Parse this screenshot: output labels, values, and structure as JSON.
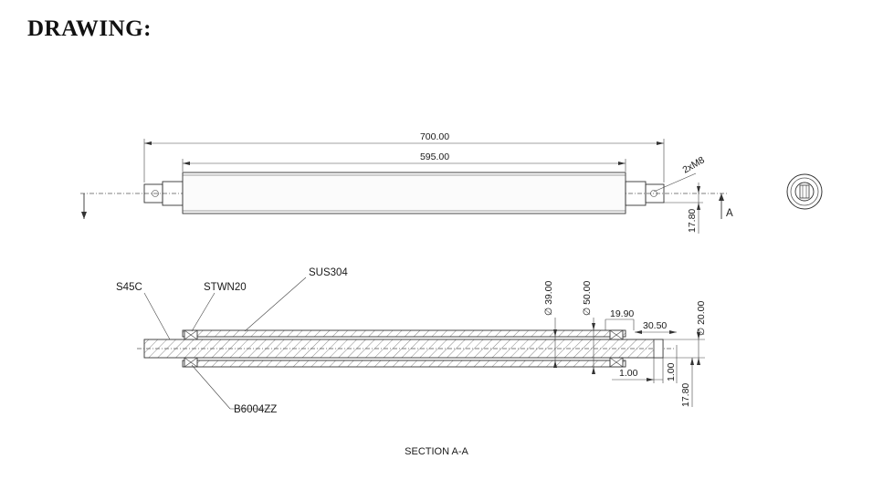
{
  "heading": "DRAWING:",
  "dimensions": {
    "overall_length": "700.00",
    "tube_length": "595.00",
    "thread": "2xM8",
    "offset_top_view": "17.80",
    "section_marker": "A",
    "diameter_inner": "∅ 39.00",
    "diameter_outer": "∅ 50.00",
    "step_a": "19.90",
    "shaft_extension": "30.50",
    "diameter_shaft": "∅ 20.00",
    "groove_width": "1.00",
    "groove_depth": "1.00",
    "offset_section": "17.80"
  },
  "materials": {
    "shaft": "S45C",
    "seal": "STWN20",
    "tube": "SUS304",
    "bearing": "B6004ZZ"
  },
  "section_title": "SECTION A-A"
}
